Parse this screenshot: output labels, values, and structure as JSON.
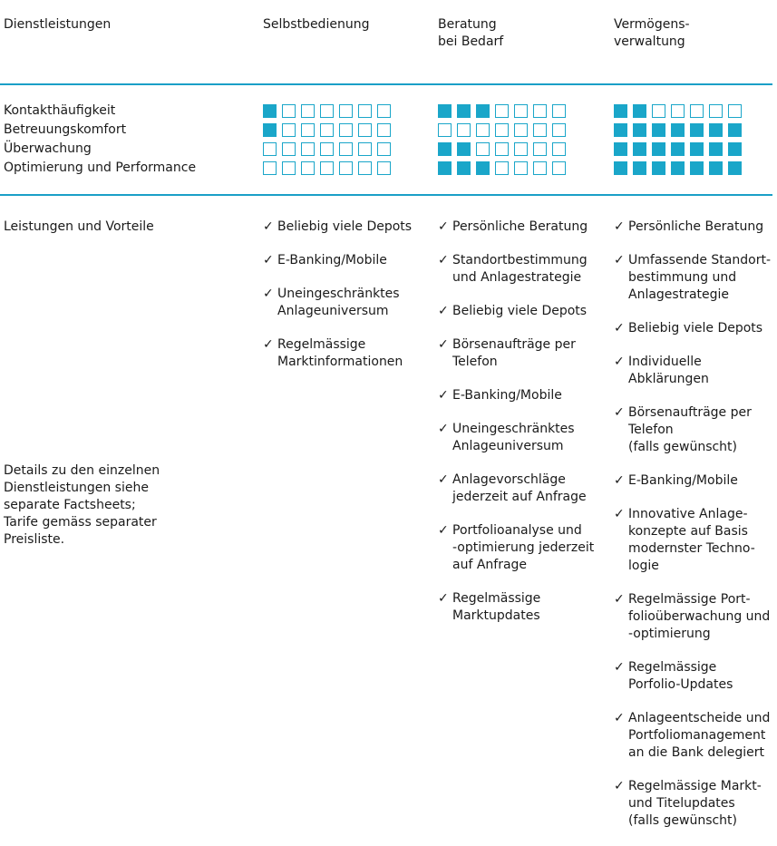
{
  "header": {
    "col0": "Dienstleistungen",
    "col1": "Selbstbedienung",
    "col2": "Beratung\nbei Bedarf",
    "col3": "Vermögens-\nverwaltung"
  },
  "accent_color": "#1aa6c9",
  "ratings": {
    "rows": [
      {
        "label": "Kontakthäufigkeit",
        "values": [
          1,
          3,
          2
        ]
      },
      {
        "label": "Betreuungskomfort",
        "values": [
          1,
          0,
          7
        ]
      },
      {
        "label": "Überwachung",
        "values": [
          0,
          2,
          7
        ]
      },
      {
        "label": "Optimierung und Performance",
        "values": [
          0,
          3,
          7
        ]
      }
    ],
    "max": 7
  },
  "benefits": {
    "label": "Leistungen und Vorteile",
    "check_glyph": "✓",
    "col1": [
      "Beliebig viele Depots",
      "E-Banking/Mobile",
      "Uneingeschränktes\nAnlageuniversum",
      "Regelmässige\nMarktinformationen"
    ],
    "col2": [
      "Persönliche Beratung",
      "Standortbestimmung\nund Anlagestrategie",
      "Beliebig viele Depots",
      "Börsenaufträge per\nTelefon",
      "E-Banking/Mobile",
      "Uneingeschränktes\nAnlageuniversum",
      "Anlagevorschläge\njederzeit auf Anfrage",
      "Portfolioanalyse und\n-optimierung jederzeit\nauf Anfrage",
      "Regelmässige\nMarktupdates"
    ],
    "col3": [
      "Persönliche Beratung",
      "Umfassende Standort-\nbestimmung und\nAnlagestrategie",
      "Beliebig viele Depots",
      "Individuelle\nAbklärungen",
      "Börsenaufträge per\nTelefon\n(falls gewünscht)",
      "E-Banking/Mobile",
      "Innovative Anlage-\nkonzepte auf Basis\nmodernster Techno-\nlogie",
      "Regelmässige Port-\nfolioüberwachung und\n-optimierung",
      "Regelmässige\nPorfolio-Updates",
      "Anlageentscheide und\nPortfoliomanagement\nan die Bank delegiert",
      "Regelmässige Markt-\nund Titelupdates\n(falls gewünscht)"
    ]
  },
  "footnote": "Details zu den einzelnen\nDienstleistungen siehe\nseparate Factsheets;\nTarife gemäss separater\nPreisliste."
}
